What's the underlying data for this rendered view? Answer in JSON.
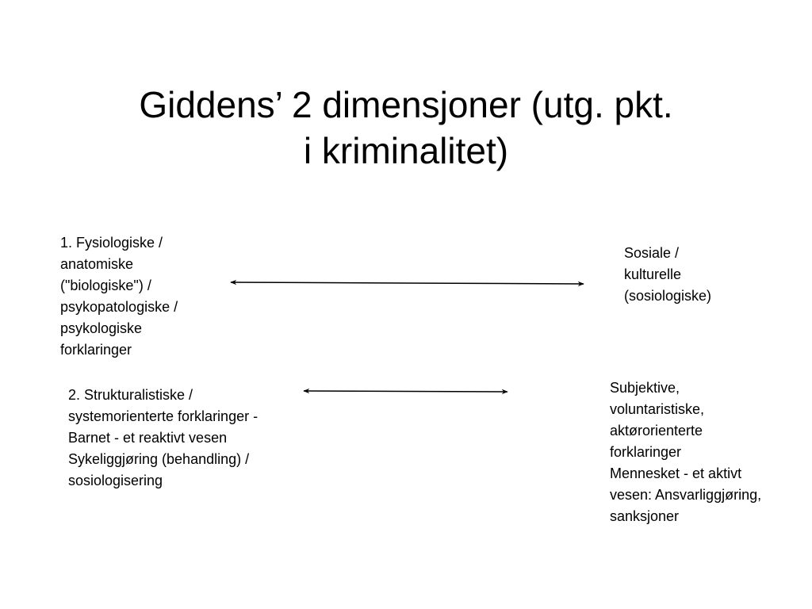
{
  "title": {
    "line1": "Giddens’ 2 dimensjoner  (utg. pkt.",
    "line2": "i kriminalitet)"
  },
  "dimension1": {
    "left_lines": [
      "1. Fysiologiske /",
      "anatomiske",
      "(\"biologiske\") /",
      "psykopatologiske /",
      "psykologiske",
      "forklaringer"
    ],
    "right_lines": [
      "Sosiale /",
      "kulturelle",
      "(sosiologiske)"
    ]
  },
  "dimension2": {
    "left_lines": [
      "2. Strukturalistiske /",
      "systemorienterte forklaringer -",
      "Barnet - et reaktivt vesen",
      "Sykeliggjøring (behandling) /",
      "sosiologisering"
    ],
    "right_lines": [
      "Subjektive,",
      "voluntaristiske,",
      "aktørorienterte",
      "forklaringer",
      "Mennesket - et aktivt",
      "vesen: Ansvarliggjøring,",
      "sanksjoner"
    ]
  },
  "colors": {
    "text": "#000000",
    "background": "#ffffff",
    "arrow": "#000000"
  },
  "icons": [
    "double-headed-arrow"
  ]
}
